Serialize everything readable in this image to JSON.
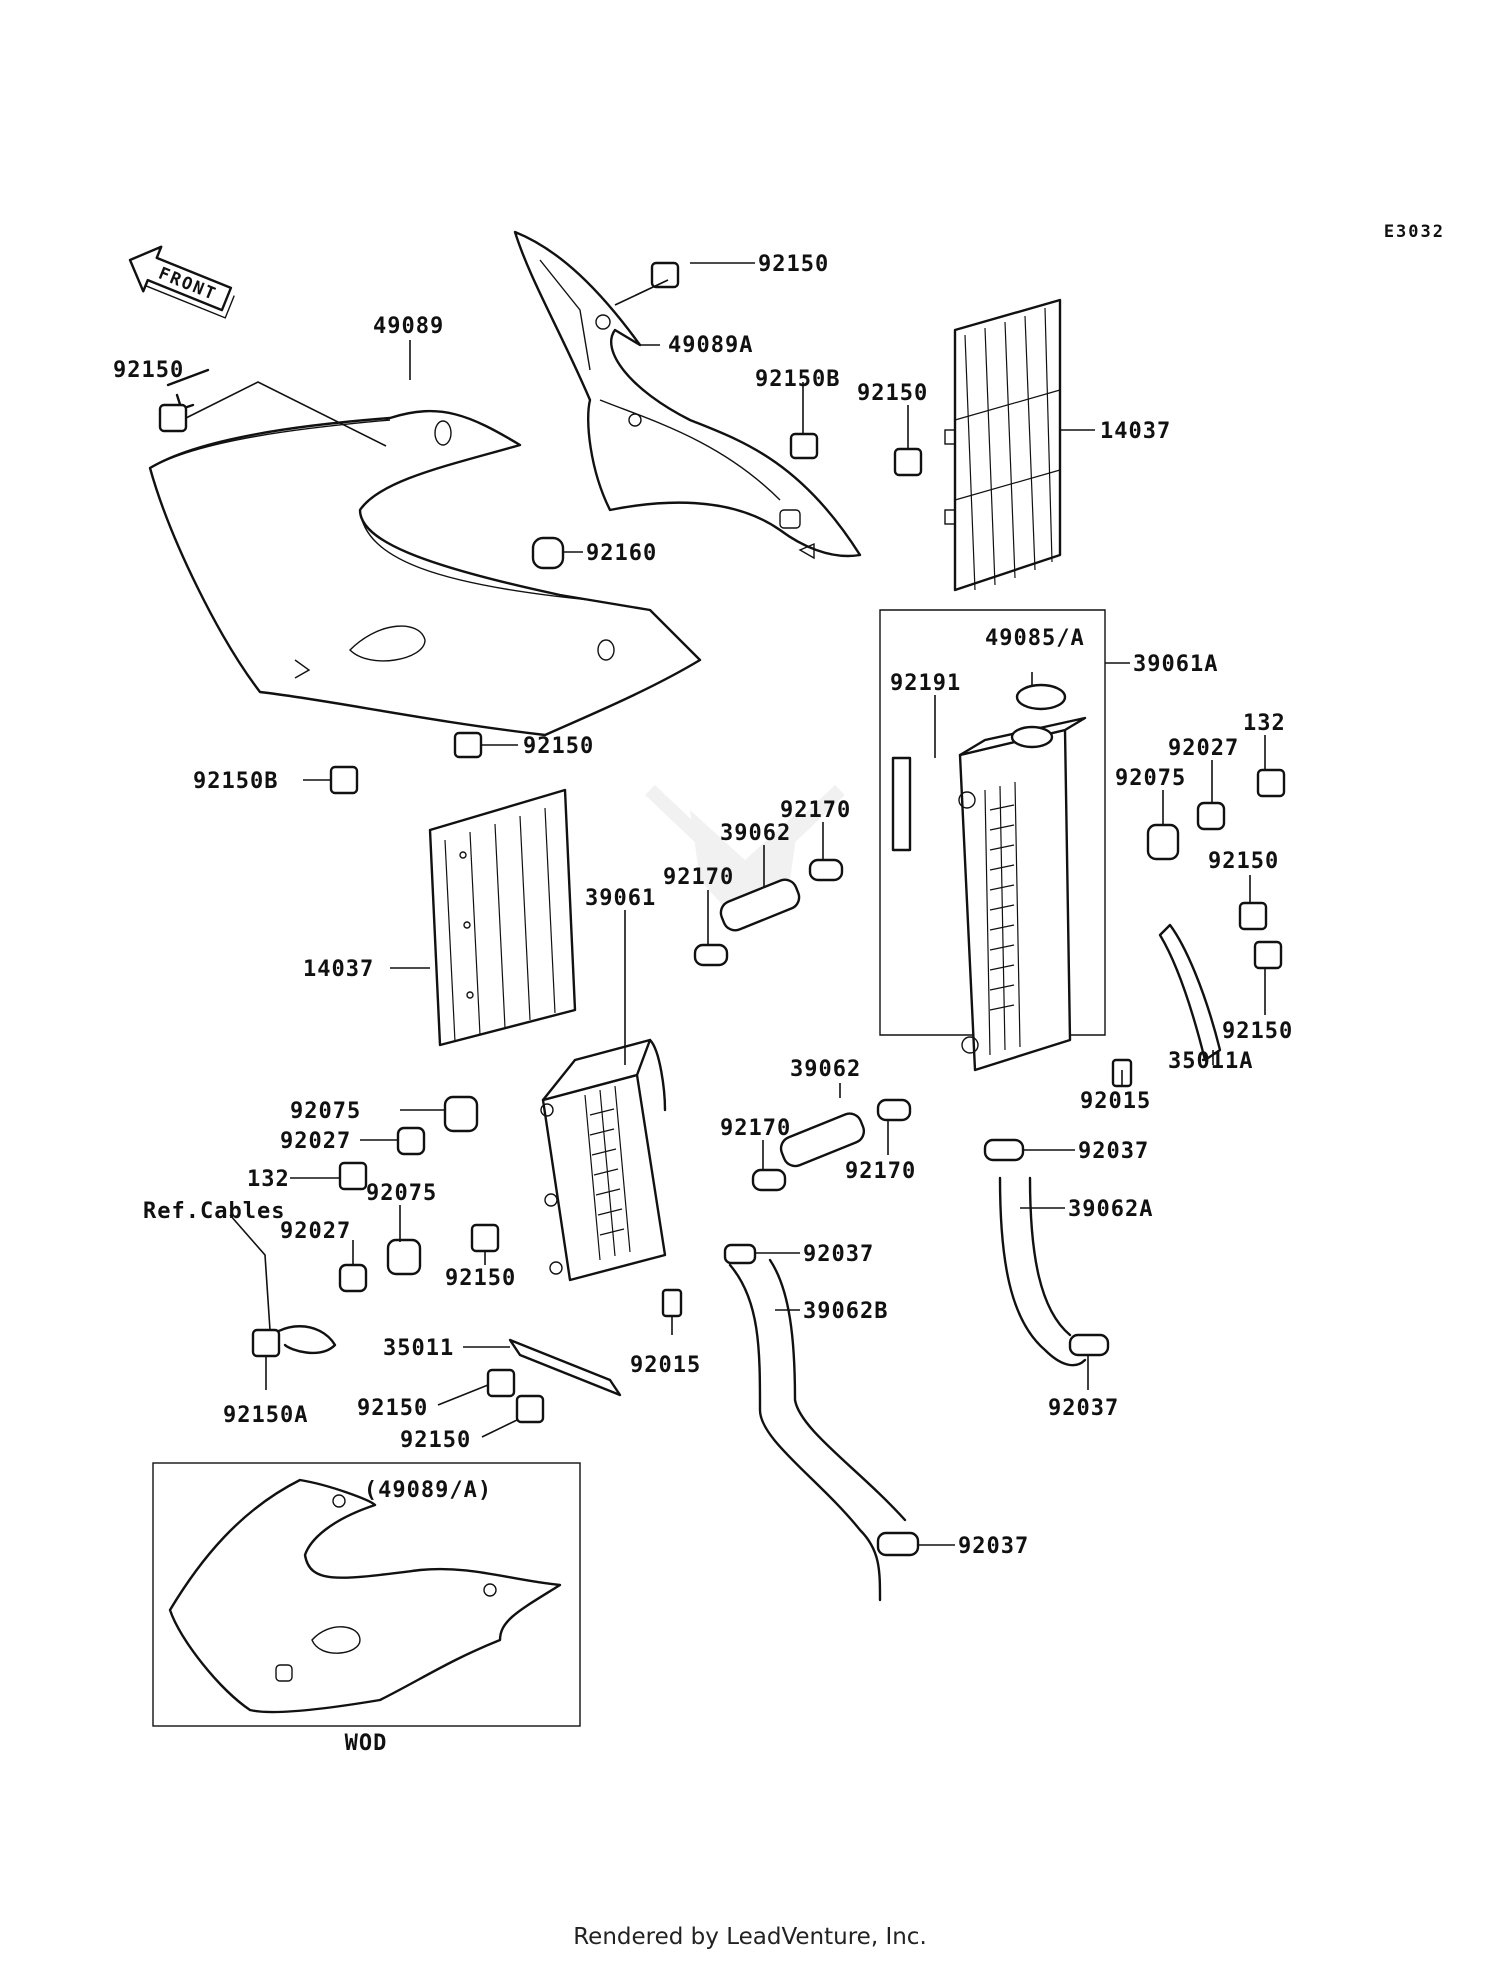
{
  "diagram_code": "E3032",
  "front_label": "FRONT",
  "callouts": {
    "c_92150_top": "92150",
    "c_49089A": "49089A",
    "c_49089": "49089",
    "c_92150_left": "92150",
    "c_92150B_top": "92150B",
    "c_92150_mid": "92150",
    "c_14037_right": "14037",
    "c_92160": "92160",
    "c_92150_shroud": "92150",
    "c_92150B_left": "92150B",
    "c_49085A": "49085/A",
    "c_39061A": "39061A",
    "c_92191": "92191",
    "c_132_right": "132",
    "c_92027_right": "92027",
    "c_92075_right": "92075",
    "c_92170_a": "92170",
    "c_39062_a": "39062",
    "c_92170_b": "92170",
    "c_92150_r1": "92150",
    "c_14037_left": "14037",
    "c_39061": "39061",
    "c_92150_r2": "92150",
    "c_35011A": "35011A",
    "c_92015_right": "92015",
    "c_39062_b": "39062",
    "c_92170_c": "92170",
    "c_92075_l1": "92075",
    "c_92027_l1": "92027",
    "c_92170_d": "92170",
    "c_92037_a": "92037",
    "c_132_left": "132",
    "c_92075_l2": "92075",
    "c_39062A": "39062A",
    "c_ref_cables": "Ref.Cables",
    "c_92027_l2": "92027",
    "c_92037_b": "92037",
    "c_92150_bolt": "92150",
    "c_39062B": "39062B",
    "c_35011": "35011",
    "c_92015_left": "92015",
    "c_92150A": "92150A",
    "c_92150_b1": "92150",
    "c_92150_b2": "92150",
    "c_92037_c": "92037",
    "c_49089A_inset": "(49089/A)",
    "c_92037_d": "92037",
    "c_wod": "WOD"
  },
  "footer": "Rendered by LeadVenture, Inc."
}
